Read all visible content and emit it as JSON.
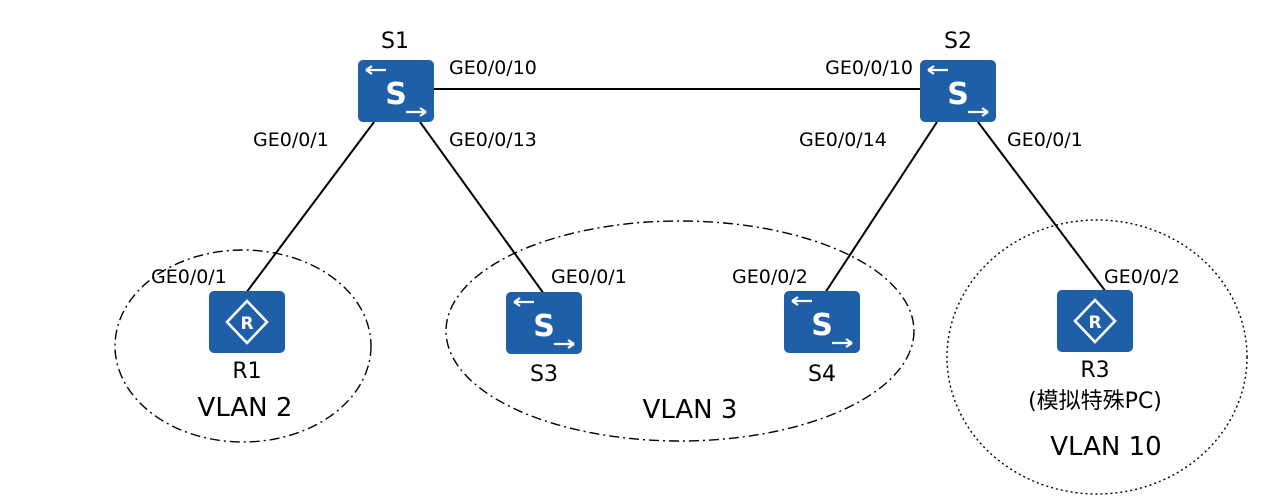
{
  "devices": {
    "s1": {
      "name": "S1",
      "type": "switch"
    },
    "s2": {
      "name": "S2",
      "type": "switch"
    },
    "s3": {
      "name": "S3",
      "type": "switch"
    },
    "s4": {
      "name": "S4",
      "type": "switch"
    },
    "r1": {
      "name": "R1",
      "type": "router"
    },
    "r3": {
      "name": "R3",
      "type": "router",
      "note": "(模拟特殊PC)"
    }
  },
  "ports": {
    "s1_to_s2": "GE0/0/10",
    "s2_to_s1": "GE0/0/10",
    "s1_to_r1": "GE0/0/1",
    "s1_to_s3": "GE0/0/13",
    "s2_to_s4": "GE0/0/14",
    "s2_to_r3": "GE0/0/1",
    "r1_port": "GE0/0/1",
    "s3_port": "GE0/0/1",
    "s4_port": "GE0/0/2",
    "r3_port": "GE0/0/2"
  },
  "vlans": {
    "vlan2": "VLAN 2",
    "vlan3": "VLAN 3",
    "vlan10": "VLAN 10"
  },
  "colors": {
    "device_fill": "#1e5fa8",
    "link": "#000000"
  },
  "icons": {
    "switch": "switch-icon",
    "router": "router-icon"
  }
}
